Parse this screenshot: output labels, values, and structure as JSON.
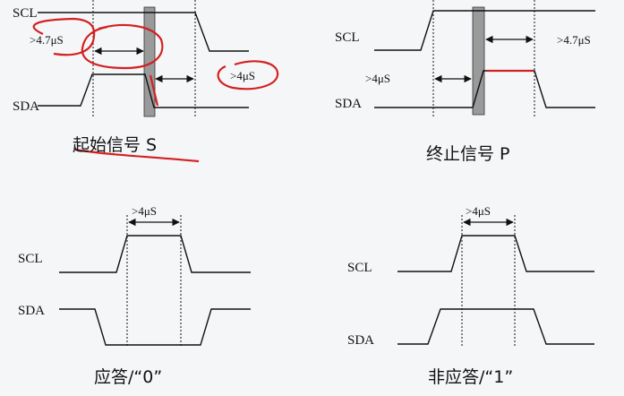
{
  "labels": {
    "scl": "SCL",
    "sda": "SDA"
  },
  "timing": {
    "t47": ">4.7μS",
    "t4": ">4μS"
  },
  "captions": {
    "start": "起始信号 S",
    "stop": "终止信号 P",
    "ack": "应答/“0”",
    "nack": "非应答/“1”"
  },
  "colors": {
    "signal": "#111111",
    "annotation": "#d42020",
    "setup_bar": "#9a9a9a"
  }
}
